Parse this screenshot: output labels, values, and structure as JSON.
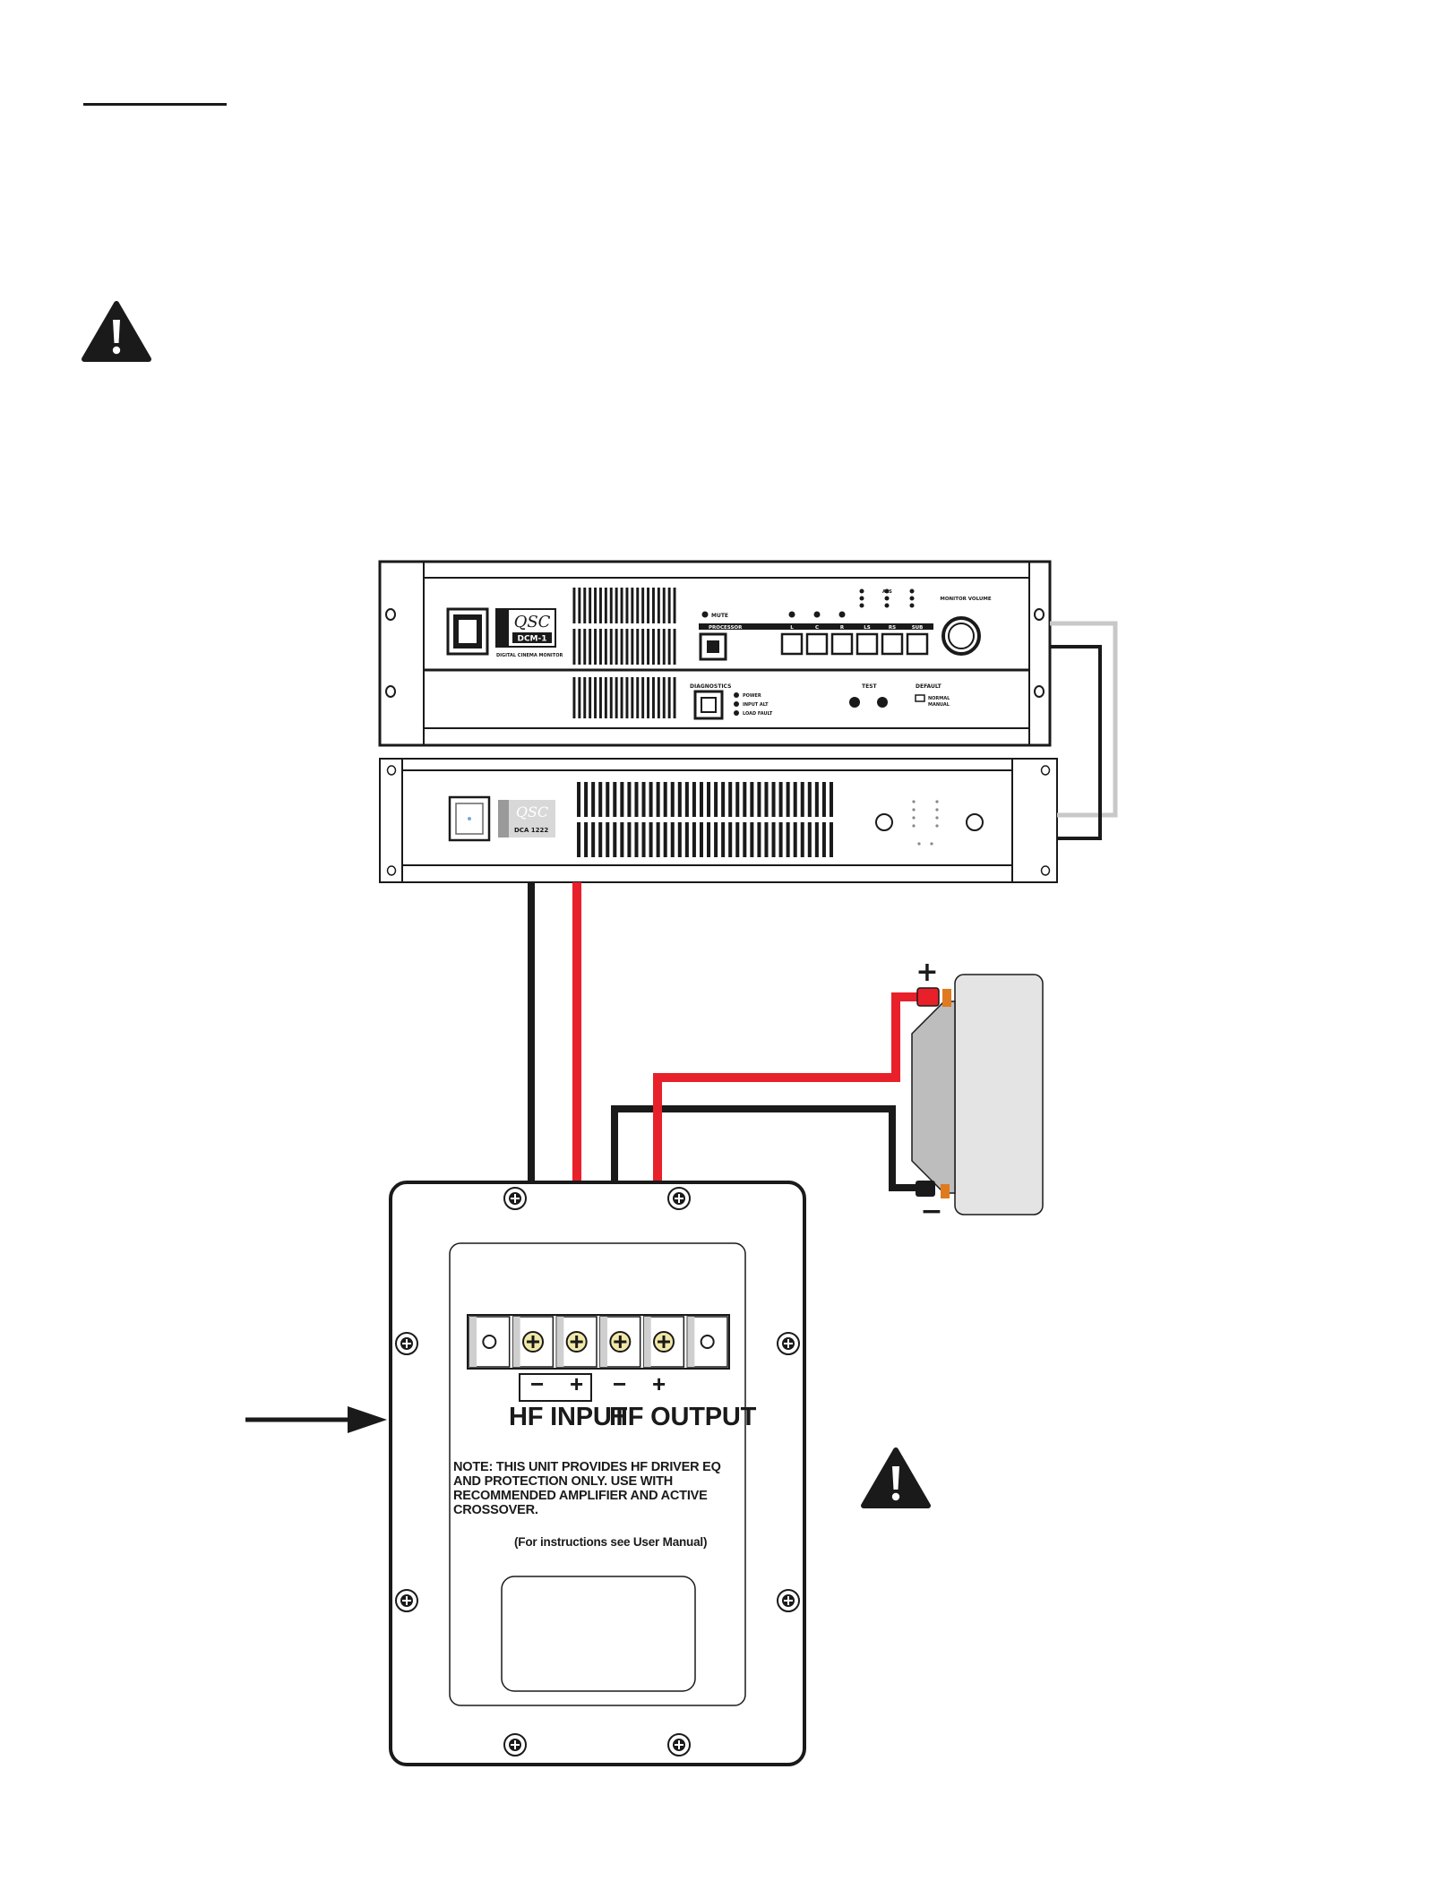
{
  "top_equipment": {
    "model": "DCM-1",
    "subtitle": "DIGITAL CINEMA MONITOR",
    "brand": "QSC",
    "labels": {
      "mute": "MUTE",
      "processor": "PROCESSOR",
      "channels": [
        "L",
        "C",
        "R",
        "LS",
        "RS",
        "SUB"
      ],
      "monitor_volume": "MONITOR VOLUME",
      "diagnostics": "DIAGNOSTICS",
      "diag_items": [
        "POWER",
        "INPUT ALT",
        "LOAD FAULT"
      ],
      "test": "TEST",
      "default": "DEFAULT",
      "default_items": [
        "NORMAL",
        "MANUAL"
      ],
      "aes": "AES"
    }
  },
  "amplifier": {
    "brand": "QSC",
    "model": "DCA 1222"
  },
  "panel": {
    "terminal_signs": [
      "−",
      "+",
      "−",
      "+"
    ],
    "hf_input": "HF INPUT",
    "hf_output": "HF OUTPUT",
    "note": "NOTE: THIS UNIT PROVIDES HF DRIVER EQ AND PROTECTION ONLY. USE WITH RECOMMENDED AMPLIFIER AND ACTIVE CROSSOVER.",
    "instructions": "(For instructions see User Manual)"
  },
  "driver": {
    "plus": "+",
    "minus": "−"
  },
  "colors": {
    "red_wire": "#e8202a",
    "black_wire": "#1a1a1a",
    "gray_wire": "#c8c8c8",
    "outline": "#1a1a1a",
    "driver_fill": "#e4e4e4"
  }
}
